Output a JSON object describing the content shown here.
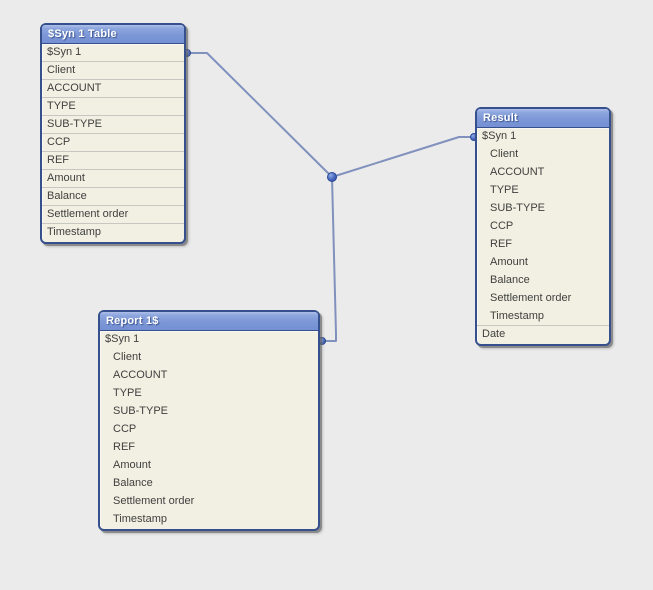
{
  "colors": {
    "background": "#ebebeb",
    "header_gradient_top": "#aebfe9",
    "header_gradient_bottom": "#7590d3",
    "table_border": "#35508d",
    "table_body": "#f2f0e2",
    "row_separator": "#c6c6c2",
    "field_text": "#404040",
    "header_text": "#ffffff",
    "connector_line": "#8191bd",
    "connector_dot": "#4a6bc0"
  },
  "tables": [
    {
      "title": "$Syn 1 Table",
      "fields": [
        "$Syn 1",
        "Client",
        "ACCOUNT",
        "TYPE",
        "SUB-TYPE",
        "CCP",
        "REF",
        "Amount",
        "Balance",
        "Settlement order",
        "Timestamp"
      ]
    },
    {
      "title": "Result",
      "fields": [
        "$Syn 1",
        "Client",
        "ACCOUNT",
        "TYPE",
        "SUB-TYPE",
        "CCP",
        "REF",
        "Amount",
        "Balance",
        "Settlement order",
        "Timestamp",
        "Date"
      ]
    },
    {
      "title": "Report 1$",
      "fields": [
        "$Syn 1",
        "Client",
        "ACCOUNT",
        "TYPE",
        "SUB-TYPE",
        "CCP",
        "REF",
        "Amount",
        "Balance",
        "Settlement order",
        "Timestamp"
      ]
    }
  ],
  "connections": {
    "key_field": "$Syn 1",
    "linked_tables": [
      "$Syn 1 Table",
      "Result",
      "Report 1$"
    ]
  }
}
